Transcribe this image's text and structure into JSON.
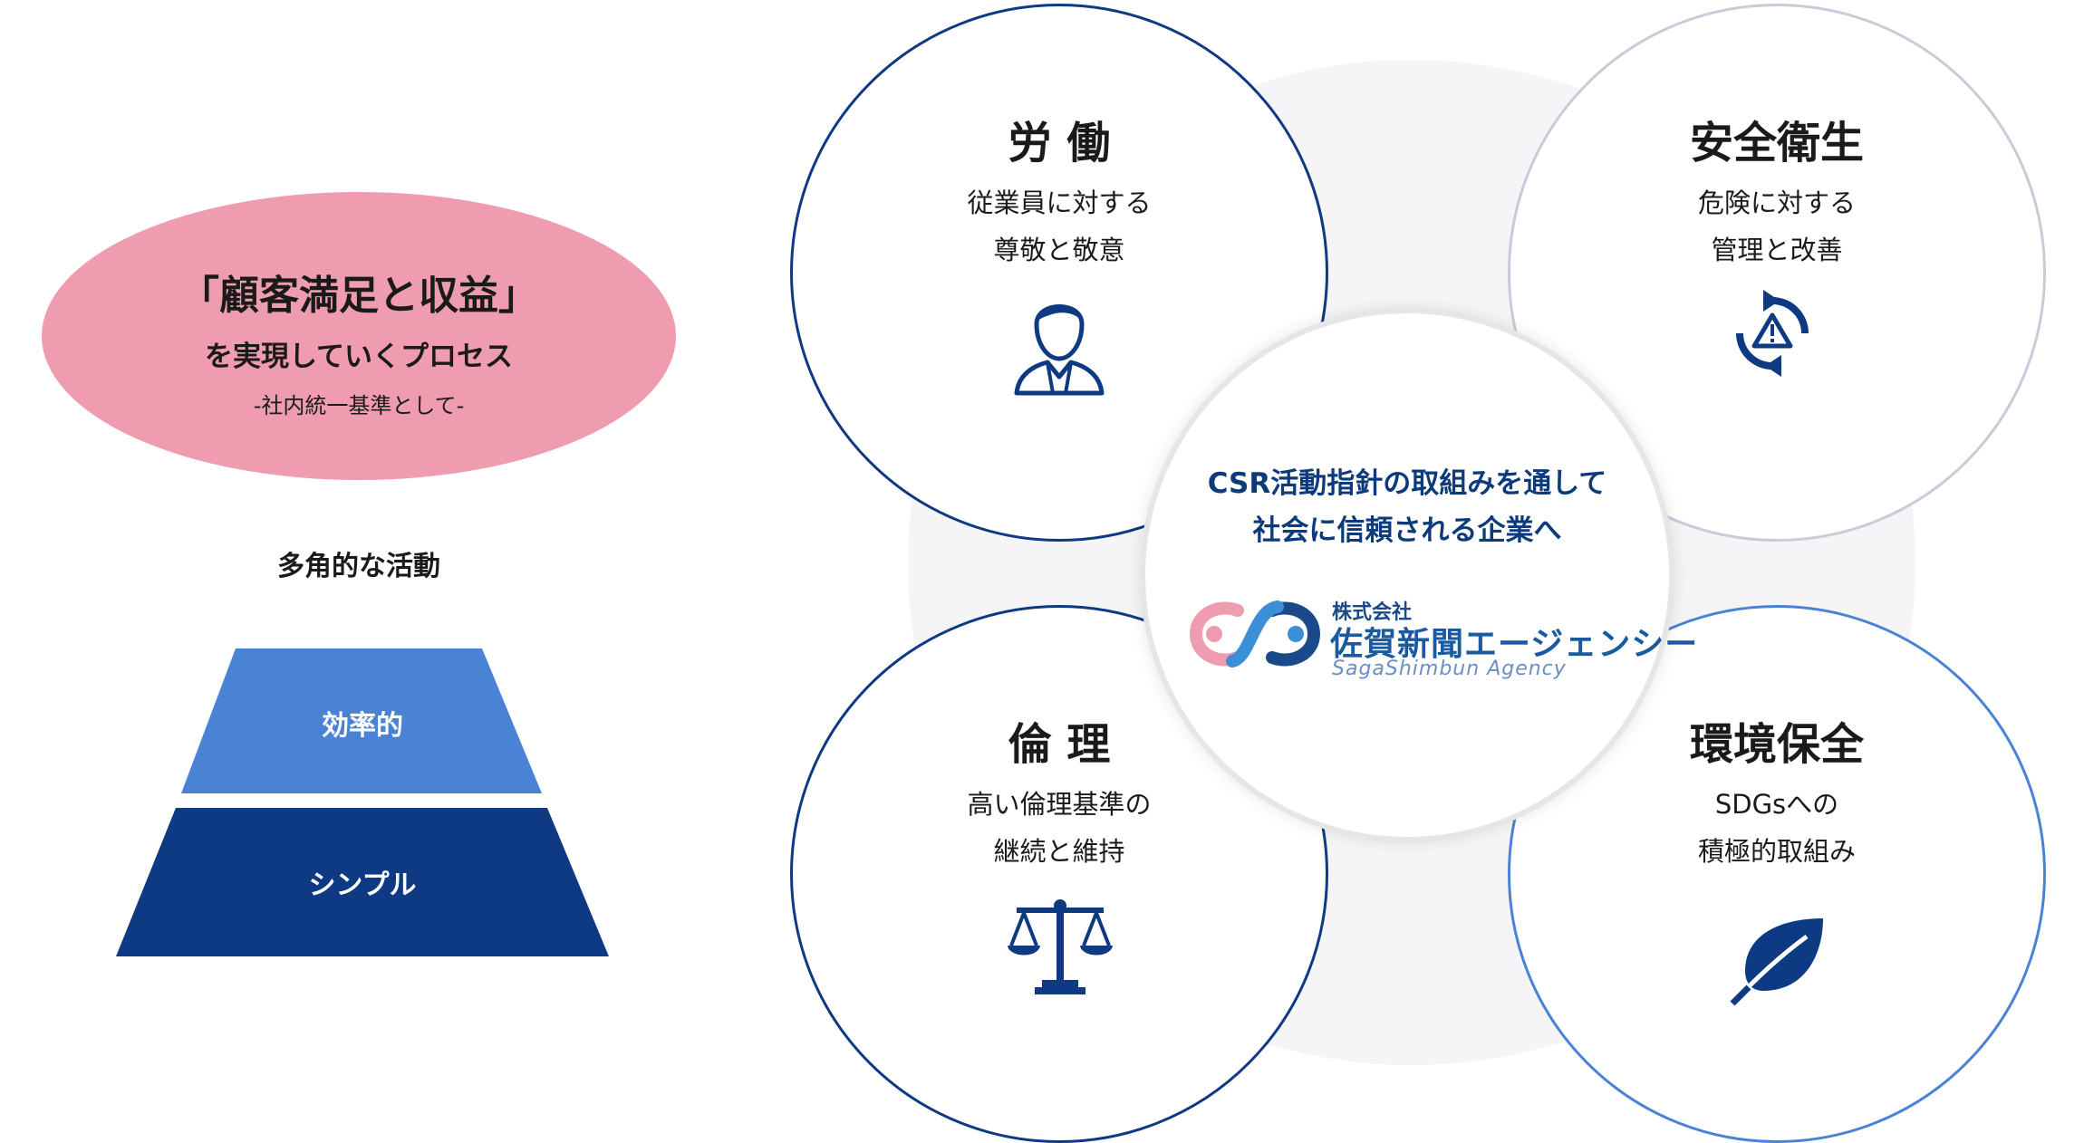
{
  "left": {
    "ellipse_title": "「顧客満足と収益」",
    "ellipse_sub": "を実現していくプロセス",
    "ellipse_note": "-社内統一基準として-",
    "multi_label": "多角的な活動",
    "pyramid": [
      {
        "label": "効率的",
        "color": "#4a82d6"
      },
      {
        "label": "シンプル",
        "color": "#0d3a82"
      }
    ]
  },
  "circles": [
    {
      "id": "labor",
      "title": "労 働",
      "lines": [
        "従業員に対する",
        "尊敬と敬意"
      ],
      "icon": "person-icon",
      "border": "#0d3a82"
    },
    {
      "id": "safety",
      "title": "安全衛生",
      "lines": [
        "危険に対する",
        "管理と改善"
      ],
      "icon": "warning-cycle-icon",
      "border": "#c8ccd8"
    },
    {
      "id": "ethics",
      "title": "倫 理",
      "lines": [
        "高い倫理基準の",
        "継続と維持"
      ],
      "icon": "scales-icon",
      "border": "#0d3a82"
    },
    {
      "id": "environment",
      "title": "環境保全",
      "lines": [
        "SDGsへの",
        "積極的取組み"
      ],
      "icon": "leaf-icon",
      "border": "#4a82d6"
    }
  ],
  "center": {
    "line1": "CSR活動指針の取組みを通して",
    "line2": "社会に信頼される企業へ",
    "logo_kk": "株式会社",
    "logo_name": "佐賀新聞エージェンシー",
    "logo_en": "SagaShimbun Agency"
  },
  "colors": {
    "navy": "#0d3a82",
    "blue": "#4a82d6",
    "pink": "#ef9cb1",
    "icon": "#0d3a82"
  }
}
